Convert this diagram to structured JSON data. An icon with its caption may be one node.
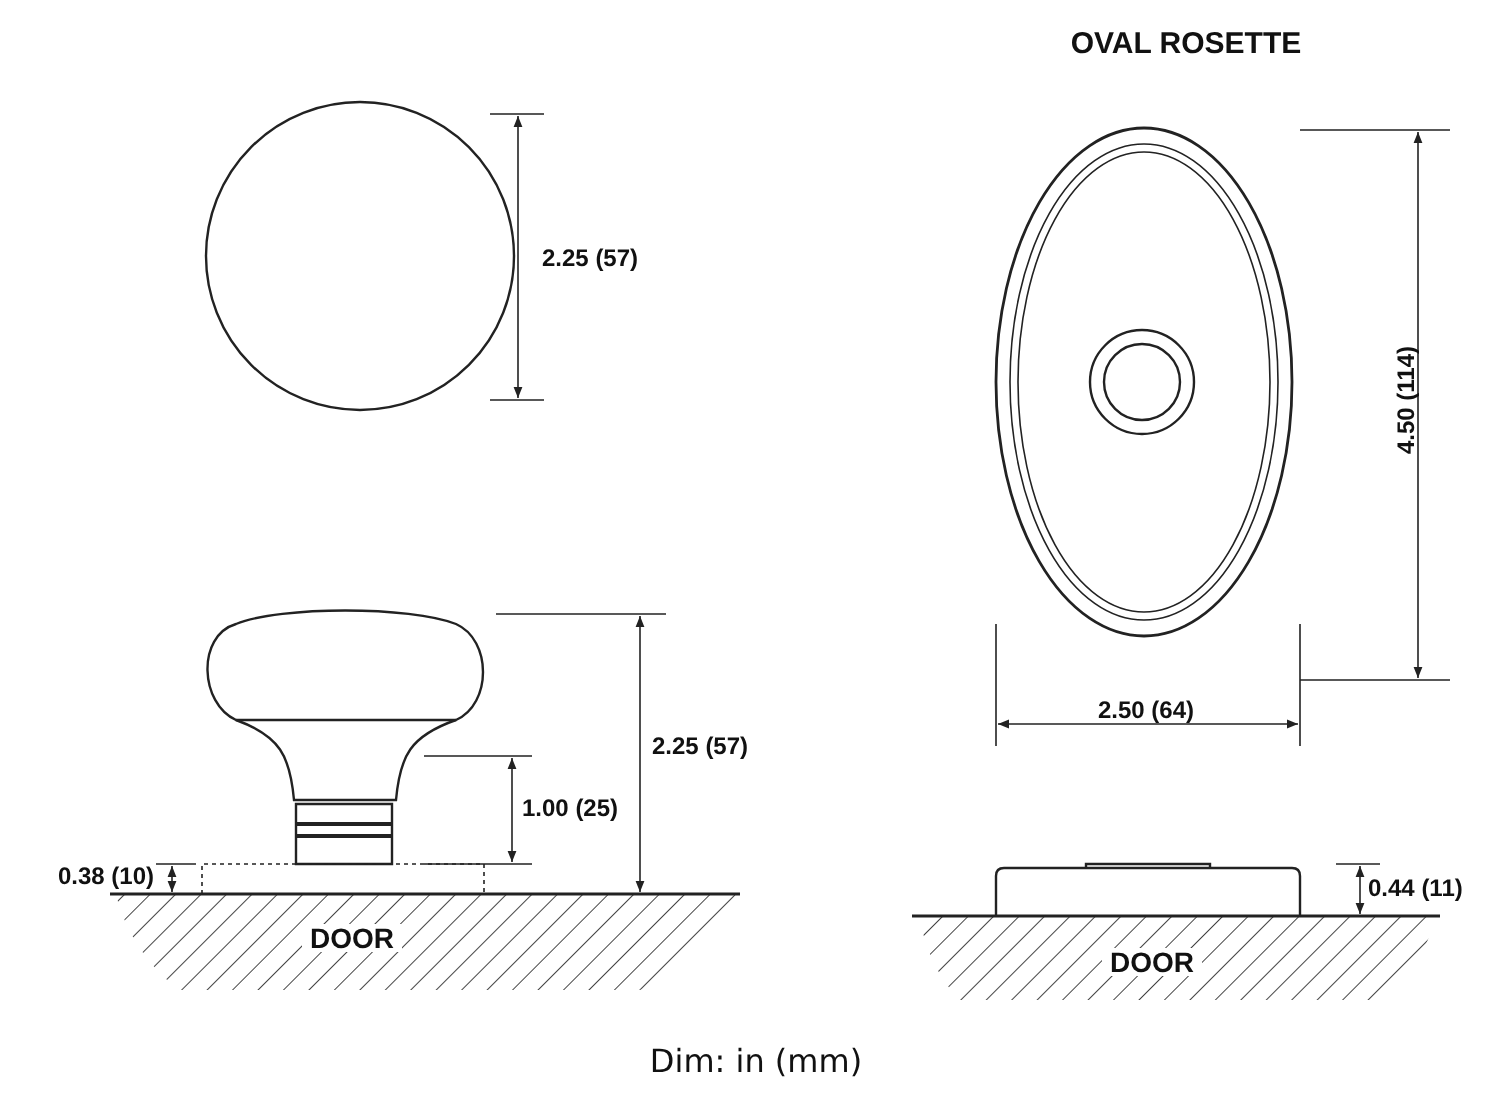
{
  "diagram": {
    "caption": "Dim: in (mm)",
    "labels": [
      "OVAL ROSETTE",
      "2.25 (57)",
      "4.50 (114)",
      "2.25 (57)",
      "2.50 (64)",
      "1.00 (25)",
      "0.38 (10)",
      "0.44 (11)",
      "DOOR",
      "DOOR"
    ]
  }
}
